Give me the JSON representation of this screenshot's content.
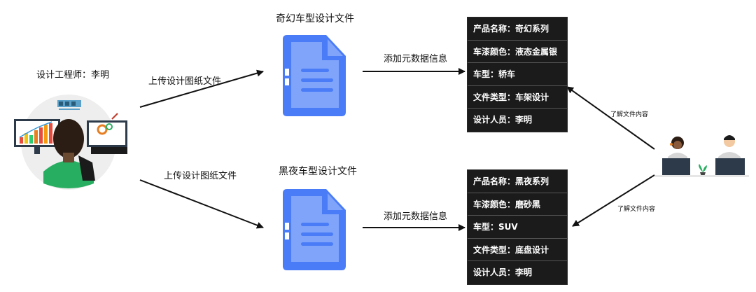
{
  "designer": {
    "label": "设计工程师：李明"
  },
  "upload_label_top": "上传设计图纸文件",
  "upload_label_bottom": "上传设计图纸文件",
  "doc_top": {
    "title": "奇幻车型设计文件"
  },
  "doc_bottom": {
    "title": "黑夜车型设计文件"
  },
  "add_meta_top": "添加元数据信息",
  "add_meta_bottom": "添加元数据信息",
  "table_top": [
    "产品名称：奇幻系列",
    "车漆颜色：液态金属银",
    "车型：轿车",
    "文件类型：车架设计",
    "设计人员：李明"
  ],
  "table_bottom": [
    "产品名称：黑夜系列",
    "车漆颜色：磨砂黑",
    "车型：SUV",
    "文件类型：底盘设计",
    "设计人员：李明"
  ],
  "learn_top": "了解文件内容",
  "learn_bottom": "了解文件内容",
  "colors": {
    "doc_blue": "#4a7cf7",
    "doc_light": "#7fa4fa",
    "table_bg": "#1b1b1b",
    "arrow": "#111111"
  }
}
